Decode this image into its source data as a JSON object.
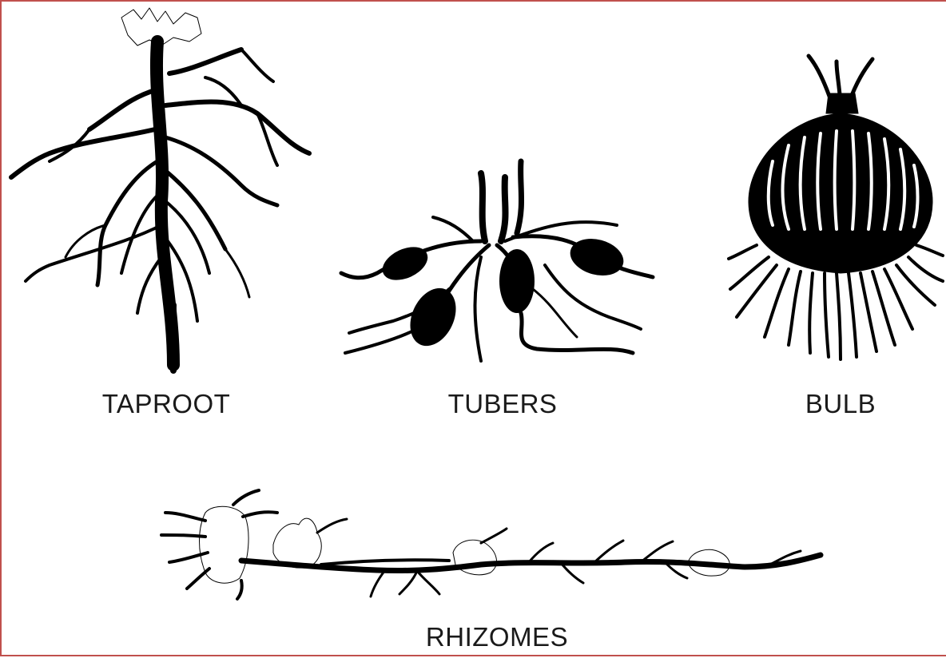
{
  "labels": {
    "taproot": "TAPROOT",
    "tubers": "TUBERS",
    "bulb": "BULB",
    "rhizomes": "RHIZOMES"
  },
  "colors": {
    "border": "#c0504d",
    "ink": "#000000",
    "text": "#1a1a1a"
  },
  "icons": {
    "taproot": "taproot-illustration",
    "tubers": "tubers-illustration",
    "bulb": "bulb-illustration",
    "rhizomes": "rhizomes-illustration"
  }
}
